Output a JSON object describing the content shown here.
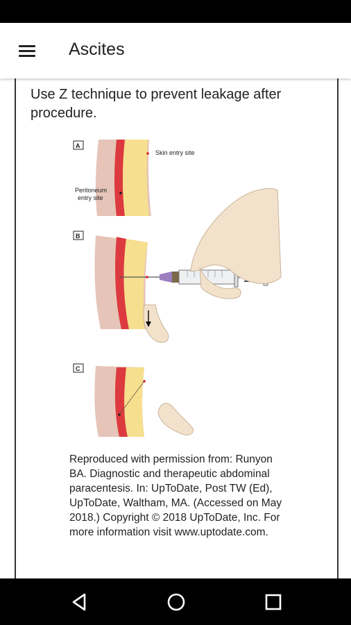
{
  "app_bar": {
    "title": "Ascites",
    "menu_icon": "hamburger-menu-icon"
  },
  "content": {
    "intro": "Use Z technique to prevent leakage after procedure.",
    "figure": {
      "panel_labels": [
        "A",
        "B",
        "C"
      ],
      "label_skin": "Skin entry site",
      "label_peritoneum_line1": "Peritoneum",
      "label_peritoneum_line2": "entry site"
    },
    "caption": "Reproduced with permission from: Runyon BA. Diagnostic and therapeutic abdominal paracentesis. In: UpToDate, Post TW (Ed), UpToDate, Waltham, MA. (Accessed on May 2018.) Copyright © 2018 UpToDate, Inc. For more information visit www.uptodate.com."
  },
  "nav_bar": {
    "back_icon": "back-triangle-icon",
    "home_icon": "home-circle-icon",
    "recents_icon": "recents-square-icon"
  }
}
